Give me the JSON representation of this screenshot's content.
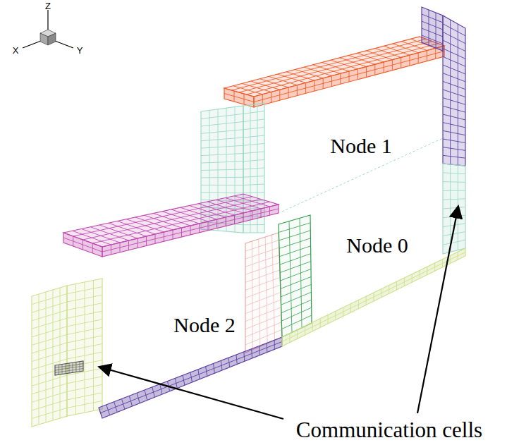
{
  "diagram": {
    "labels": [
      "Z",
      "X",
      "Y",
      "Node 1",
      "Node 0",
      "Node 2",
      "Communication cells"
    ]
  }
}
